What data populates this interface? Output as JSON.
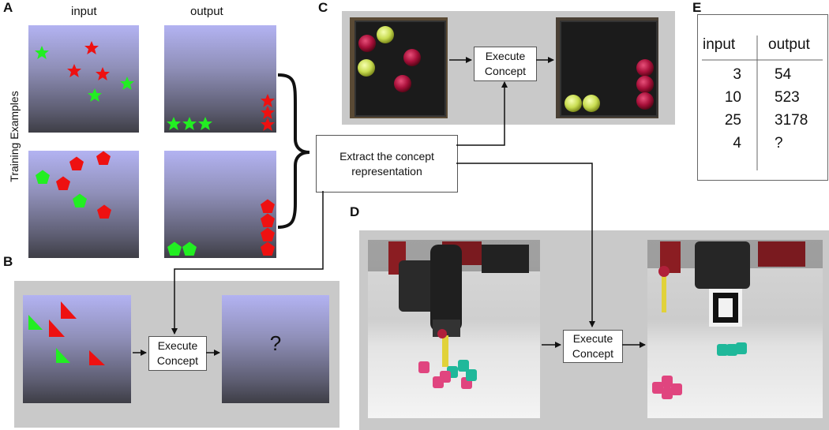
{
  "panels": {
    "a": {
      "letter": "A",
      "input_label": "input",
      "output_label": "output",
      "side_label": "Training Examples"
    },
    "b": {
      "letter": "B",
      "execute_label": "Execute\nConcept",
      "unknown_mark": "?"
    },
    "c": {
      "letter": "C",
      "execute_label": "Execute\nConcept"
    },
    "d": {
      "letter": "D",
      "execute_label": "Execute\nConcept"
    },
    "e": {
      "letter": "E",
      "header": [
        "input",
        "output"
      ],
      "rows": [
        [
          "3",
          "54"
        ],
        [
          "10",
          "523"
        ],
        [
          "25",
          "3178"
        ],
        [
          "4",
          "?"
        ]
      ]
    }
  },
  "extract_label": "Extract the concept\nrepresentation",
  "colors": {
    "red_shape": "#ee1111",
    "green_shape": "#22ee22",
    "panel_gray": "#c9c9c9"
  }
}
